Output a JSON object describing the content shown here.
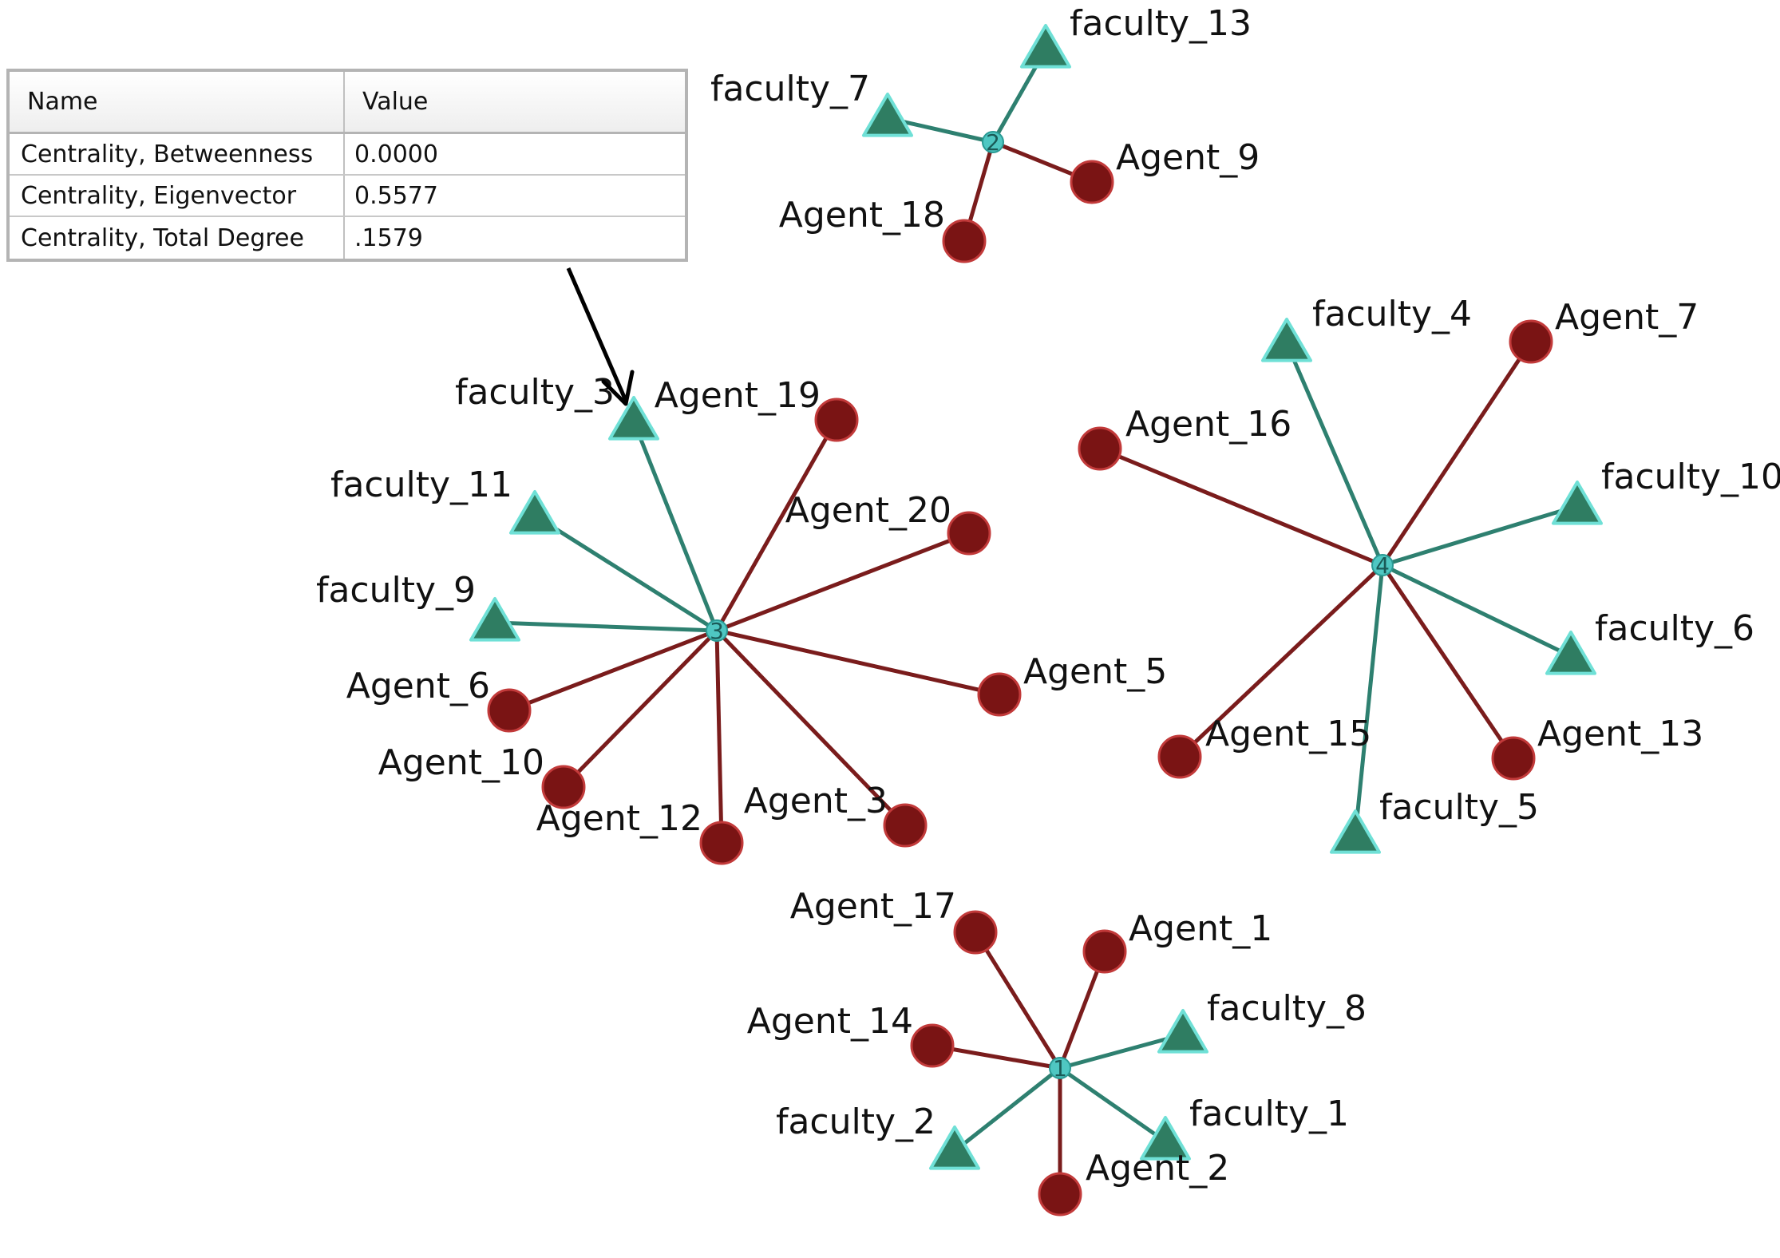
{
  "properties_table": {
    "headers": [
      "Name",
      "Value"
    ],
    "rows": [
      {
        "name": "Centrality, Betweenness",
        "value": "0.0000"
      },
      {
        "name": "Centrality, Eigenvector",
        "value": "0.5577"
      },
      {
        "name": "Centrality, Total Degree",
        "value": ".1579"
      }
    ]
  },
  "colors": {
    "agent": "#7a1414",
    "faculty": "#2f7d62",
    "agent_edge": "#7a1c1c",
    "faculty_edge": "#2e8070",
    "hub": "#4fc7c2",
    "arrow": "#000000"
  },
  "legend_shapes": {
    "agent": "circle",
    "faculty": "triangle"
  },
  "hubs": [
    {
      "id": "hub_2",
      "label": "2"
    },
    {
      "id": "hub_3",
      "label": "3"
    },
    {
      "id": "hub_4",
      "label": "4"
    },
    {
      "id": "hub_1",
      "label": "1"
    }
  ],
  "nodes": [
    {
      "label": "faculty_13",
      "type": "faculty",
      "hub": "hub_2"
    },
    {
      "label": "faculty_7",
      "type": "faculty",
      "hub": "hub_2"
    },
    {
      "label": "Agent_9",
      "type": "agent",
      "hub": "hub_2"
    },
    {
      "label": "Agent_18",
      "type": "agent",
      "hub": "hub_2"
    },
    {
      "label": "faculty_3",
      "type": "faculty",
      "hub": "hub_3"
    },
    {
      "label": "Agent_19",
      "type": "agent",
      "hub": "hub_3"
    },
    {
      "label": "faculty_11",
      "type": "faculty",
      "hub": "hub_3"
    },
    {
      "label": "Agent_20",
      "type": "agent",
      "hub": "hub_3"
    },
    {
      "label": "faculty_9",
      "type": "faculty",
      "hub": "hub_3"
    },
    {
      "label": "Agent_5",
      "type": "agent",
      "hub": "hub_3"
    },
    {
      "label": "Agent_6",
      "type": "agent",
      "hub": "hub_3"
    },
    {
      "label": "Agent_10",
      "type": "agent",
      "hub": "hub_3"
    },
    {
      "label": "Agent_12",
      "type": "agent",
      "hub": "hub_3"
    },
    {
      "label": "Agent_3",
      "type": "agent",
      "hub": "hub_3"
    },
    {
      "label": "faculty_4",
      "type": "faculty",
      "hub": "hub_4"
    },
    {
      "label": "Agent_7",
      "type": "agent",
      "hub": "hub_4"
    },
    {
      "label": "Agent_16",
      "type": "agent",
      "hub": "hub_4"
    },
    {
      "label": "faculty_10",
      "type": "faculty",
      "hub": "hub_4"
    },
    {
      "label": "faculty_6",
      "type": "faculty",
      "hub": "hub_4"
    },
    {
      "label": "Agent_15",
      "type": "agent",
      "hub": "hub_4"
    },
    {
      "label": "Agent_13",
      "type": "agent",
      "hub": "hub_4"
    },
    {
      "label": "faculty_5",
      "type": "faculty",
      "hub": "hub_4"
    },
    {
      "label": "Agent_17",
      "type": "agent",
      "hub": "hub_1"
    },
    {
      "label": "Agent_1",
      "type": "agent",
      "hub": "hub_1"
    },
    {
      "label": "faculty_8",
      "type": "faculty",
      "hub": "hub_1"
    },
    {
      "label": "Agent_14",
      "type": "agent",
      "hub": "hub_1"
    },
    {
      "label": "faculty_2",
      "type": "faculty",
      "hub": "hub_1"
    },
    {
      "label": "faculty_1",
      "type": "faculty",
      "hub": "hub_1"
    },
    {
      "label": "Agent_2",
      "type": "agent",
      "hub": "hub_1"
    }
  ],
  "highlighted_node": "faculty_3"
}
